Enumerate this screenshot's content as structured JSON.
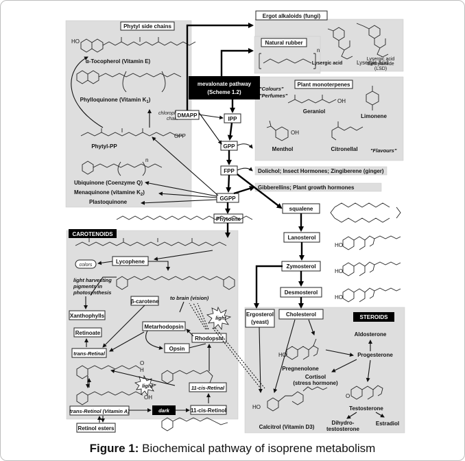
{
  "caption": {
    "label": "Figure 1:",
    "text": "Biochemical pathway of isoprene metabolism"
  },
  "panels": {
    "phytyl": "Phytyl side chains",
    "ergot": "Ergot alkaloids (fungi)",
    "rubber": "Natural rubber",
    "monoterpenes": "Plant monoterpenes",
    "carotenoids": "CAROTENOIDS",
    "steroids": "STEROIDS"
  },
  "nodes": {
    "mevalonate_1": "mevalonate pathway",
    "mevalonate_2": "(Scheme 1.2)",
    "dmapp": "DMAPP",
    "ipp": "IPP",
    "gpp": "GPP",
    "fpp": "FPP",
    "ggpp": "GGPP",
    "squalene": "squalene",
    "lanosterol": "Lanosterol",
    "zymosterol": "Zymosterol",
    "desmosterol": "Desmosterol",
    "cholesterol": "Cholesterol",
    "ergosterol_1": "Ergosterol",
    "ergosterol_2": "(yeast)",
    "phytoene": "Phytoene",
    "lycophene": "Lycophene",
    "colors": "colors",
    "xanthophylls": "Xanthophylls",
    "retinoate": "Retinoate",
    "trans_retinal": "trans-Retinal",
    "beta_carotene": "β-carotene",
    "metarhodopsin": "Metarhodopsin",
    "opsin": "Opsin",
    "rhodopsin": "Rhodopsin",
    "cis_retinal": "11-cis-Retinal",
    "cis_retinol": "11-cis-Retinol",
    "trans_retinol": "trans-Retinol (Vitamin A)",
    "retinol_esters": "Retinol esters",
    "dark": "dark"
  },
  "labels": {
    "tocopherol": "α-Tocopherol (Vitamin E)",
    "phylloquinone": "Phylloquinone (Vitamin K",
    "phylloquinone_sub": "1",
    "chlorophyll": "chlorophyll side",
    "chlorophyll_2": "chain",
    "phytyl_pp": "Phytyl-PP",
    "opp": "OPP",
    "ubiquinone": "Ubiquinone (Coenzyme Q)",
    "menaquinone": "Menaquinone (vitamine K",
    "menaquinone_sub": "2",
    "plastoquinone": "Plastoquinone",
    "n": "n",
    "lysergic": "Lysergic acid",
    "lsd_1": "Lysergic acid",
    "lsd_2": "diethylamide",
    "lsd_3": "(LSD)",
    "colours": "\"Colours\"",
    "perfumes": "\"Perfumes\"",
    "flavours": "\"Flavours\"",
    "geraniol": "Geraniol",
    "limonene": "Limonene",
    "menthol": "Menthol",
    "citronellal": "Citronellal",
    "oh": "OH",
    "dolichol": "Dolichol; Insect Hormones; Zingiberene (ginger)",
    "gibberellins": "Gibberellins; Plant growth hormones",
    "light_harv_1": "light harvesting",
    "light_harv_2": "pigments in",
    "light_harv_3": "photosynthesis",
    "to_brain": "to brain (vision)",
    "light": "light",
    "aldosterone": "Aldosterone",
    "progesterone": "Progesterone",
    "pregnenolone": "Pregnenolone",
    "cortisol_1": "Cortisol",
    "cortisol_2": "(stress hormone)",
    "testosterone": "Testosterone",
    "dihydro_1": "Dihydro-",
    "dihydro_2": "testosterone",
    "estradiol": "Estradiol",
    "calcitrol": "Calcitrol (Vitamin D3)",
    "ho": "HO"
  }
}
